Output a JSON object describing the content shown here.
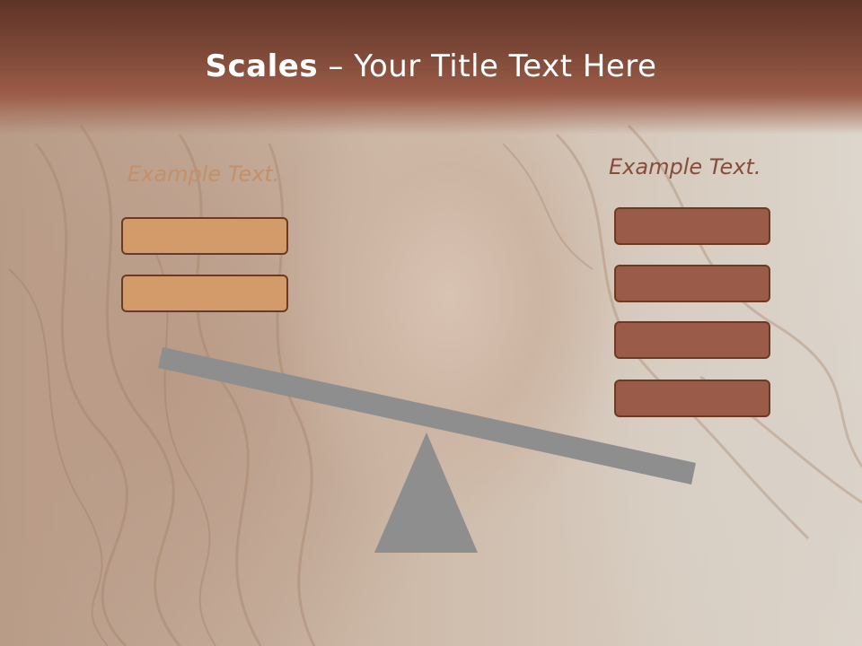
{
  "slide": {
    "title_bold": "Scales",
    "title_rest": " – Your Title Text Here"
  },
  "left_side": {
    "label": "Example Text.",
    "box_count": 2,
    "box_color": "#d39b6a"
  },
  "right_side": {
    "label": "Example Text.",
    "box_count": 4,
    "box_color": "#9a5c48"
  },
  "colors": {
    "header": "#7a4636",
    "beam": "#8e8e8e",
    "fulcrum": "#8e8e8e",
    "left_label": "#c49068",
    "right_label": "#8a4c3a"
  }
}
